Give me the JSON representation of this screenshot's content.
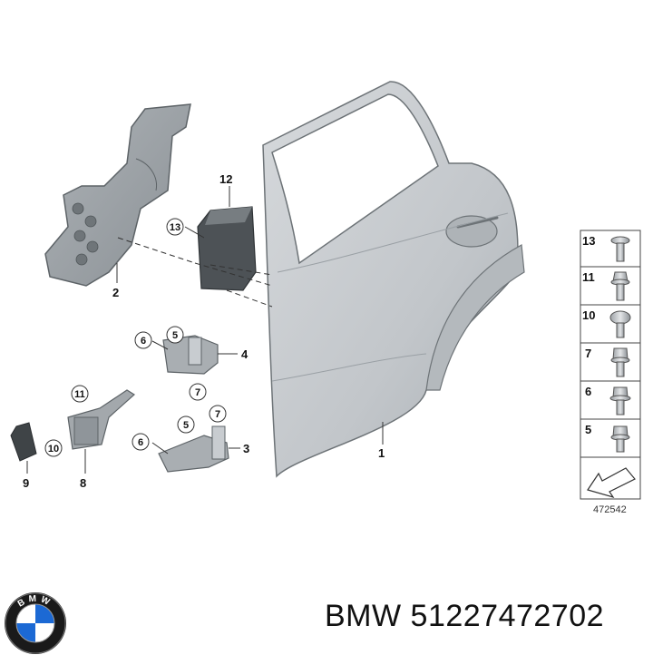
{
  "labels": {
    "door": "1",
    "trim": "2",
    "hinge_lower": "3",
    "hinge_upper": "4",
    "seal": "9",
    "check_strap": "8",
    "buffer": "12"
  },
  "callouts": {
    "c13": "13",
    "c6a": "6",
    "c5a": "5",
    "c7a": "7",
    "c11": "11",
    "c10": "10",
    "c6b": "6",
    "c5b": "5",
    "c7b": "7"
  },
  "parts_panel": [
    {
      "number": "13",
      "icon": "flange-screw-icon"
    },
    {
      "number": "11",
      "icon": "bolt-icon"
    },
    {
      "number": "10",
      "icon": "torx-screw-icon"
    },
    {
      "number": "7",
      "icon": "hex-bolt-icon"
    },
    {
      "number": "6",
      "icon": "collar-bolt-icon"
    },
    {
      "number": "5",
      "icon": "short-bolt-icon"
    }
  ],
  "diagram_number": "472542",
  "logo_letters": "BMW",
  "caption": "BMW 51227472702",
  "colors": {
    "part_fill": "#c4c8cc",
    "part_dark": "#8f959a",
    "outline": "#555a5e",
    "label": "#111111"
  }
}
